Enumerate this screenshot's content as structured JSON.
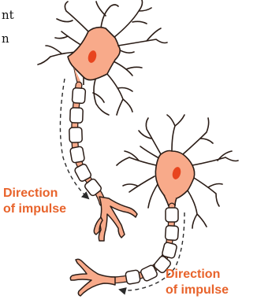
{
  "intro_text_fragments": [
    "nt",
    "n"
  ],
  "labels": [
    {
      "lines": [
        "Direction",
        "of impulse"
      ]
    },
    {
      "lines": [
        "Direction",
        "of impulse"
      ]
    }
  ],
  "colors": {
    "soma": "#f8aa8a",
    "nucleus": "#e8451e",
    "outline": "#2b1d17",
    "label": "#e8632b",
    "arrow": "#2b2b2b",
    "myelin": "#ffffff"
  }
}
